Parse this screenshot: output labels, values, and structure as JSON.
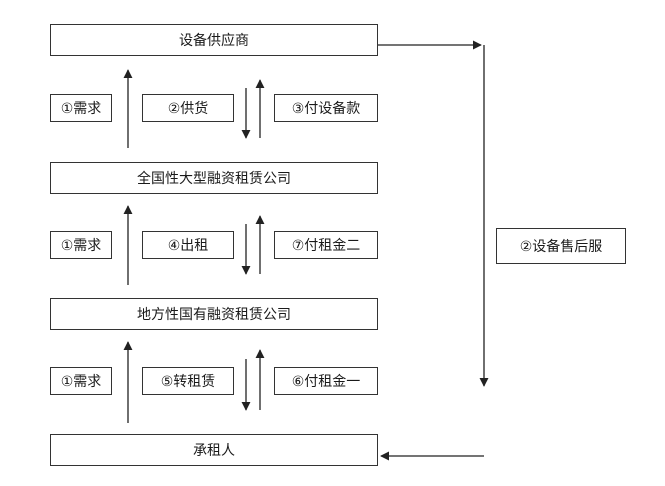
{
  "nodes": {
    "supplier": "设备供应商",
    "national_leasing": "全国性大型融资租赁公司",
    "local_leasing": "地方性国有融资租赁公司",
    "lessee": "承租人",
    "after_sales": "②设备售后服"
  },
  "row1": {
    "demand": "①需求",
    "supply": "②供货",
    "pay": "③付设备款"
  },
  "row2": {
    "demand": "①需求",
    "lease": "④出租",
    "pay": "⑦付租金二"
  },
  "row3": {
    "demand": "①需求",
    "sublease": "⑤转租赁",
    "pay": "⑥付租金一"
  }
}
